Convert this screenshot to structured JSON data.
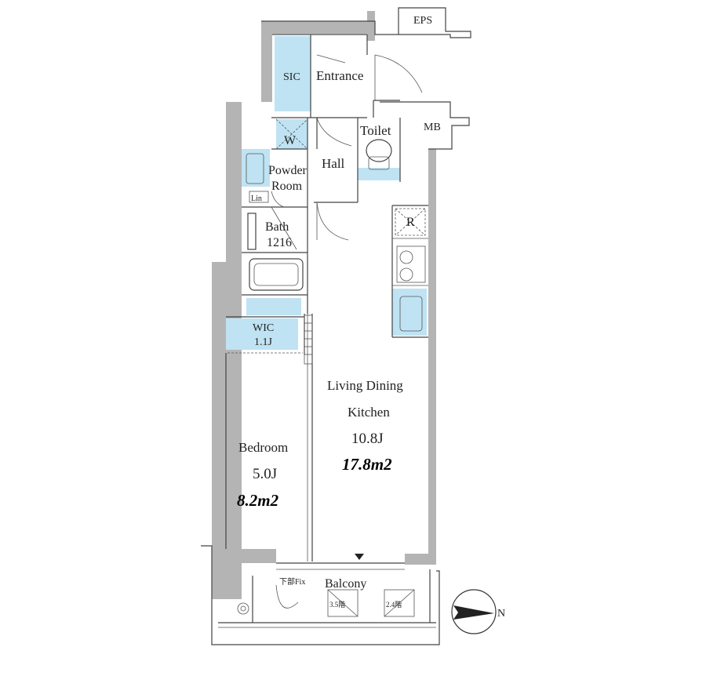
{
  "rooms": {
    "eps": "EPS",
    "mb": "MB",
    "sic": "SIC",
    "entrance": "Entrance",
    "w": "W",
    "toilet": "Toilet",
    "powder_line1": "Powder",
    "powder_line2": "Room",
    "hall": "Hall",
    "lin": "Lin",
    "bath_line1": "Bath",
    "bath_line2": "1216",
    "refrigerator": "R",
    "wic_line1": "WIC",
    "wic_line2": "1.1J",
    "ldk_line1": "Living Dining",
    "ldk_line2": "Kitchen",
    "ldk_jo": "10.8J",
    "ldk_area": "17.8m2",
    "bedroom": "Bedroom",
    "bedroom_jo": "5.0J",
    "bedroom_area": "8.2m2",
    "balcony": "Balcony",
    "fix_window": "下部Fix",
    "hatch_1": "3.5階",
    "hatch_2": "2.4階"
  },
  "compass": {
    "north": "N"
  },
  "colors": {
    "storage": "#bfe3f3",
    "wall": "#b4b4b4",
    "line": "#444444"
  }
}
